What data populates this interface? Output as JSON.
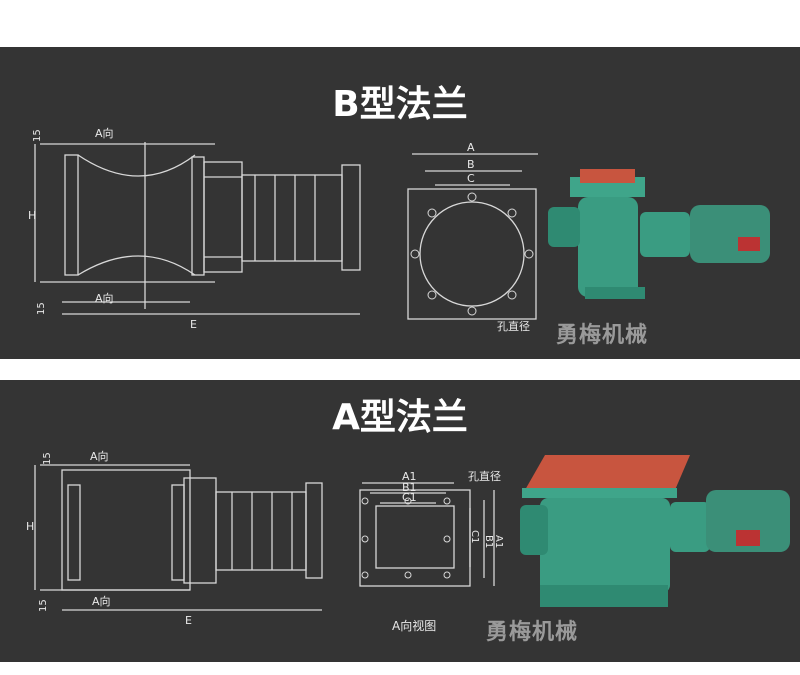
{
  "panel_b": {
    "title": "B型法兰",
    "labels": {
      "dir_top": "A向",
      "dir_bottom": "A向",
      "h": "H",
      "dim15_top": "15",
      "dim15_bottom": "15",
      "e": "E",
      "a": "A",
      "b": "B",
      "c": "C",
      "hole": "孔直径"
    },
    "watermark": "勇梅机械"
  },
  "panel_a": {
    "title": "A型法兰",
    "labels": {
      "dir_top": "A向",
      "dir_bottom": "A向",
      "h": "H",
      "dim15_top": "15",
      "dim15_bottom": "15",
      "e": "E",
      "a1": "A1",
      "b1": "B1",
      "c1": "C1",
      "c1_v": "C1",
      "b1_v": "B1",
      "a1_v": "A1",
      "hole": "孔直径",
      "view": "A向视图"
    },
    "watermark": "勇梅机械"
  },
  "colors": {
    "panel_bg": "#343434",
    "machine_green": "#3fa58a",
    "flange_red": "#c8553f"
  }
}
